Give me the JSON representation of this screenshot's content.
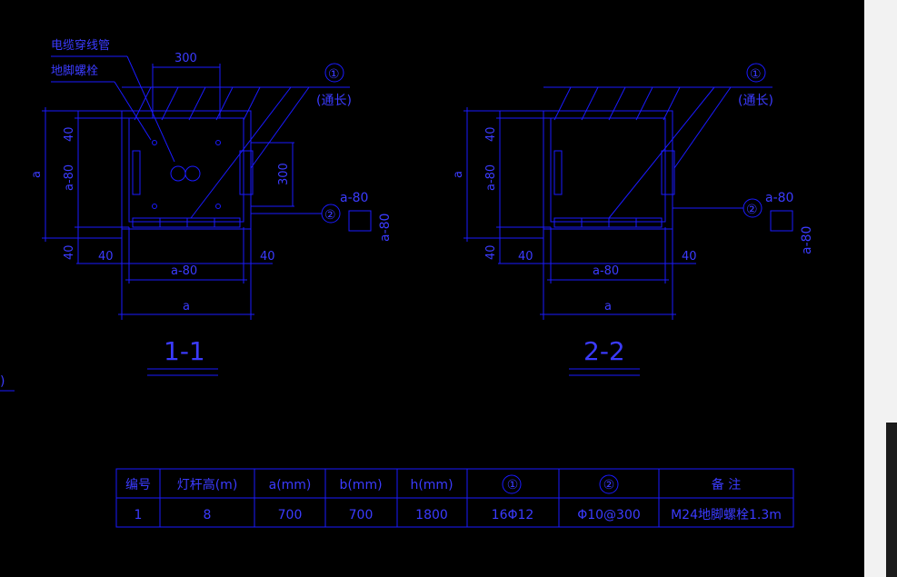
{
  "colors": {
    "background": "#000000",
    "line": "#1a1aff",
    "text": "#3b3bff",
    "scroll_track": "#f2f2f2",
    "scroll_thumb": "#1c1c1c"
  },
  "section1": {
    "callout_cable": "电缆穿线管",
    "callout_bolt": "地脚螺栓",
    "dim_300_top": "300",
    "dim_300_side": "300",
    "dim_40_left_upper": "40",
    "dim_a80_left": "a-80",
    "dim_a_left": "a",
    "dim_40_left_lower": "40",
    "dim_40_bottom_left": "40",
    "dim_40_bottom_right": "40",
    "dim_a80_bottom": "a-80",
    "dim_a_bottom": "a",
    "marker1": "①",
    "marker1_note": "(通长)",
    "marker2": "②",
    "detail_a80_top": "a-80",
    "detail_a80_side": "a-80",
    "title": "1-1"
  },
  "section2": {
    "dim_40_left_upper": "40",
    "dim_a80_left": "a-80",
    "dim_a_left": "a",
    "dim_40_left_lower": "40",
    "dim_40_bottom_left": "40",
    "dim_40_bottom_right": "40",
    "dim_a80_bottom": "a-80",
    "dim_a_bottom": "a",
    "marker1": "①",
    "marker1_note": "(通长)",
    "marker2": "②",
    "detail_a80_top": "a-80",
    "detail_a80_side": "a-80",
    "title": "2-2"
  },
  "table": {
    "headers": [
      "编号",
      "灯杆高(m)",
      "a(mm)",
      "b(mm)",
      "h(mm)",
      "①",
      "②",
      "备 注"
    ],
    "rows": [
      [
        "1",
        "8",
        "700",
        "700",
        "1800",
        "16Φ12",
        "Φ10@300",
        "M24地脚螺栓1.3m"
      ]
    ]
  },
  "edge_fragment": ")"
}
